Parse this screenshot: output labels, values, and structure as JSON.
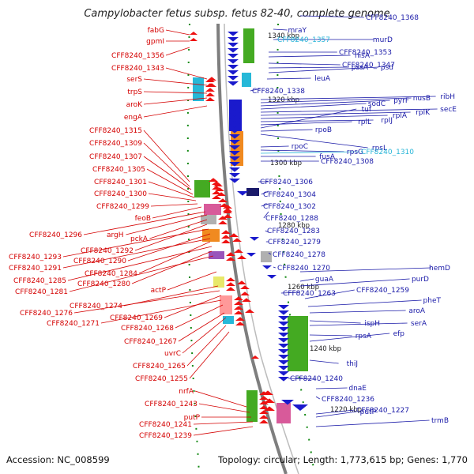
{
  "title": "Campylobacter fetus subsp. fetus 82-40, complete genome",
  "footer": {
    "accession": "Accession: NC_008599",
    "summary": "Topology: circular; Length: 1,773,615 bp; Genes: 1,770"
  },
  "colors": {
    "reverse_label": "#d40000",
    "forward_label": "#1a1aa8",
    "highlight_label": "#29b6d8",
    "backbone": "#8c8c8c",
    "reverse_arrow": "#ee1111",
    "forward_arrow": "#1a1acc",
    "tick": "#118811"
  },
  "scale_labels": [
    "1340 kbp",
    "1320 kbp",
    "1300 kbp",
    "1280 kbp",
    "1260 kbp",
    "1240 kbp",
    "1220 kbp"
  ],
  "reverse_genes": [
    "fabG",
    "gpmI",
    "CFF8240_1356",
    "CFF8240_1343",
    "serS",
    "trpS",
    "aroK",
    "engA",
    "CFF8240_1315",
    "CFF8240_1309",
    "CFF8240_1307",
    "CFF8240_1305",
    "CFF8240_1301",
    "CFF8240_1300",
    "CFF8240_1299",
    "feoB",
    "CFF8240_1296",
    "argH",
    "pckA",
    "CFF8240_1292",
    "CFF8240_1293",
    "CFF8240_1290",
    "CFF8240_1291",
    "CFF8240_1284",
    "CFF8240_1285",
    "CFF8240_1280",
    "CFF8240_1281",
    "actP",
    "CFF8240_1274",
    "CFF8240_1276",
    "CFF8240_1269",
    "CFF8240_1271",
    "CFF8240_1268",
    "CFF8240_1267",
    "uvrC",
    "CFF8240_1265",
    "CFF8240_1255",
    "nrfA",
    "CFF8240_1243",
    "putP",
    "CFF8240_1241",
    "CFF8240_1239"
  ],
  "forward_genes": [
    "CFF8240_1368",
    "mraY",
    "CFF8240_1357",
    "murD",
    "CFF8240_1353",
    "hisA",
    "CFF8240_1347",
    "pssA",
    "psd",
    "leuA",
    "CFF8240_1338",
    "ribH",
    "nusB",
    "pyrF",
    "sodC",
    "secE",
    "rplK",
    "rplA",
    "rpIJ",
    "rplL",
    "tuf",
    "rpoB",
    "rpsL",
    "rpoC",
    "rpsG",
    "CFF8240_1310",
    "fusA",
    "CFF8240_1308",
    "CFF8240_1306",
    "CFF8240_1304",
    "CFF8240_1302",
    "CFF8240_1288",
    "CFF8240_1283",
    "CFF8240_1279",
    "CFF8240_1278",
    "CFF8240_1270",
    "hemD",
    "guaA",
    "purD",
    "CFF8240_1263",
    "CFF8240_1259",
    "pheT",
    "aroA",
    "ispH",
    "serA",
    "rpsA",
    "efp",
    "thiJ",
    "CFF8240_1240",
    "dnaE",
    "CFF8240_1236",
    "CFF8240_1227",
    "putP",
    "trmB"
  ]
}
